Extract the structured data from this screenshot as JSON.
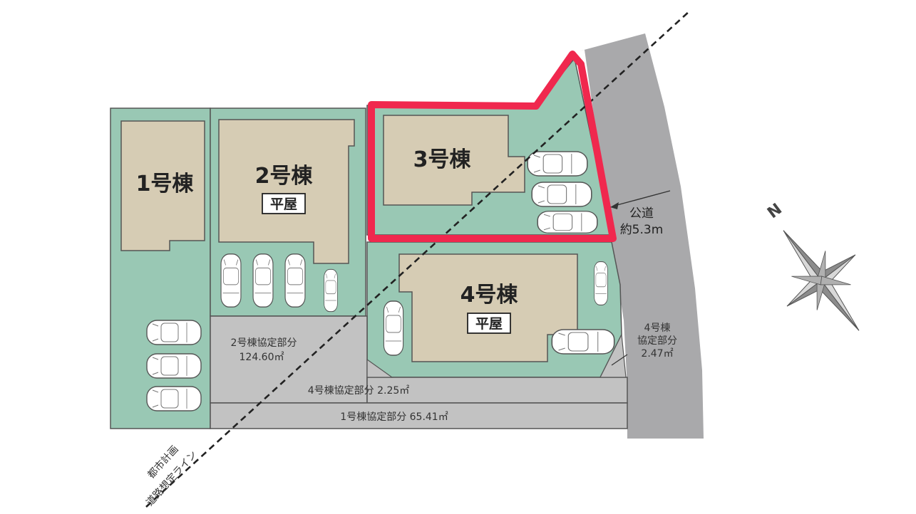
{
  "buildings": {
    "b1": {
      "label": "1号棟"
    },
    "b2": {
      "label": "2号棟",
      "tag": "平屋"
    },
    "b3": {
      "label": "3号棟"
    },
    "b4": {
      "label": "4号棟",
      "tag": "平屋"
    }
  },
  "areas": {
    "a2_line1": "2号棟協定部分",
    "a2_line2": "124.60㎡",
    "a4_strip": "4号棟協定部分 2.25㎡",
    "a1_strip": "1号棟協定部分 65.41㎡",
    "a4_side_line1": "4号棟",
    "a4_side_line2": "協定部分",
    "a4_side_line3": "2.47㎡"
  },
  "road": {
    "line1": "公道",
    "line2": "約5.3m"
  },
  "plan_line": {
    "line1": "都市計画",
    "line2": "道路想定ライン"
  },
  "compass": {
    "label": "N"
  },
  "colors": {
    "lot": "#99c8b4",
    "building": "#d6ccb4",
    "road": "#a9a9ab",
    "shared": "#c2c2c2",
    "highlight": "#f0284e"
  }
}
